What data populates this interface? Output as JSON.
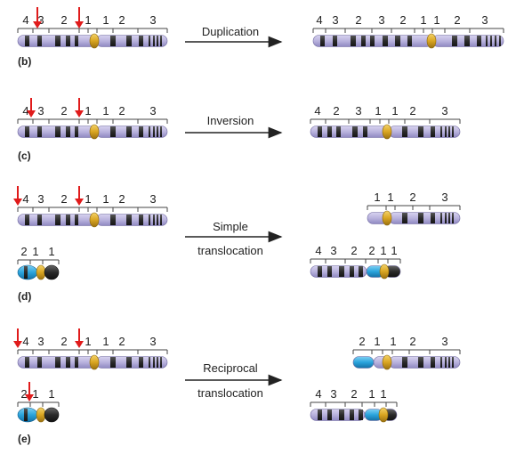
{
  "panels": [
    {
      "id": "b",
      "label": "(b)",
      "action": [
        "Duplication"
      ],
      "before": {
        "regions": [
          "4",
          "3",
          "2",
          "1",
          "1",
          "2",
          "3"
        ]
      },
      "after": {
        "regions": [
          "4",
          "3",
          "2",
          "3",
          "2",
          "1",
          "1",
          "2",
          "3"
        ]
      }
    },
    {
      "id": "c",
      "label": "(c)",
      "action": [
        "Inversion"
      ],
      "before": {
        "regions": [
          "4",
          "3",
          "2",
          "1",
          "1",
          "2",
          "3"
        ]
      },
      "after": {
        "regions": [
          "4",
          "2",
          "3",
          "1",
          "1",
          "2",
          "3"
        ]
      }
    },
    {
      "id": "d",
      "label": "(d)",
      "action": [
        "Simple",
        "translocation"
      ],
      "before": {
        "regions": [
          "4",
          "3",
          "2",
          "1",
          "1",
          "2",
          "3"
        ]
      },
      "before_small": {
        "regions": [
          "2",
          "1",
          "1"
        ]
      },
      "after": {
        "regions": [
          "1",
          "1",
          "2",
          "3"
        ]
      },
      "after_small": {
        "regions": [
          "4",
          "3",
          "2",
          "2",
          "1",
          "1"
        ]
      }
    },
    {
      "id": "e",
      "label": "(e)",
      "action": [
        "Reciprocal",
        "translocation"
      ],
      "before": {
        "regions": [
          "4",
          "3",
          "2",
          "1",
          "1",
          "2",
          "3"
        ]
      },
      "before_small": {
        "regions": [
          "2",
          "1",
          "1"
        ]
      },
      "after": {
        "regions": [
          "2",
          "1",
          "1",
          "2",
          "3"
        ]
      },
      "after_small": {
        "regions": [
          "4",
          "3",
          "2",
          "1",
          "1"
        ]
      }
    }
  ],
  "colors": {
    "chromosome": "#b9b3dd",
    "band": "#333333",
    "centromere": "#d9a521",
    "small_chromosome": "#2aa4dc",
    "small_cap": "#2a2a2a",
    "break_arrow": "#e01b1b",
    "process_arrow": "#222222"
  }
}
